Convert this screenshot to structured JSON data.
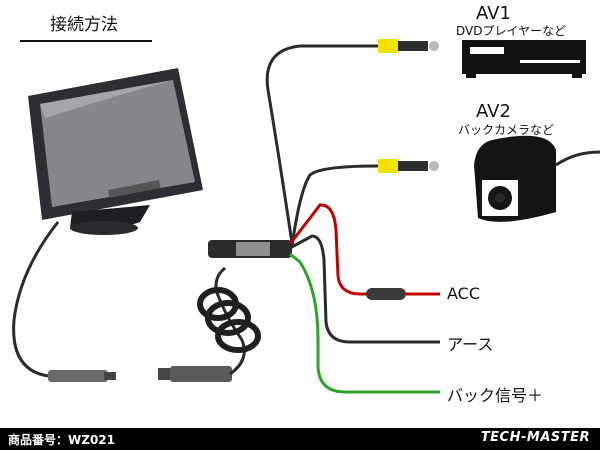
{
  "heading": "接続方法",
  "devices": {
    "av1": {
      "name": "AV1",
      "desc": "DVDプレイヤーなど"
    },
    "av2": {
      "name": "AV2",
      "desc": "バックカメラなど"
    }
  },
  "outputs": {
    "acc": "ACC",
    "ground": "アース",
    "reverse": "バック信号＋"
  },
  "footer": {
    "product": "商品番号：WZ021",
    "brand": "TECH-MASTER"
  },
  "colors": {
    "acc_wire": "#c00000",
    "reverse_wire": "#2aa52a",
    "cable": "#2b2b2b",
    "rca_yellow": "#f2e200"
  }
}
